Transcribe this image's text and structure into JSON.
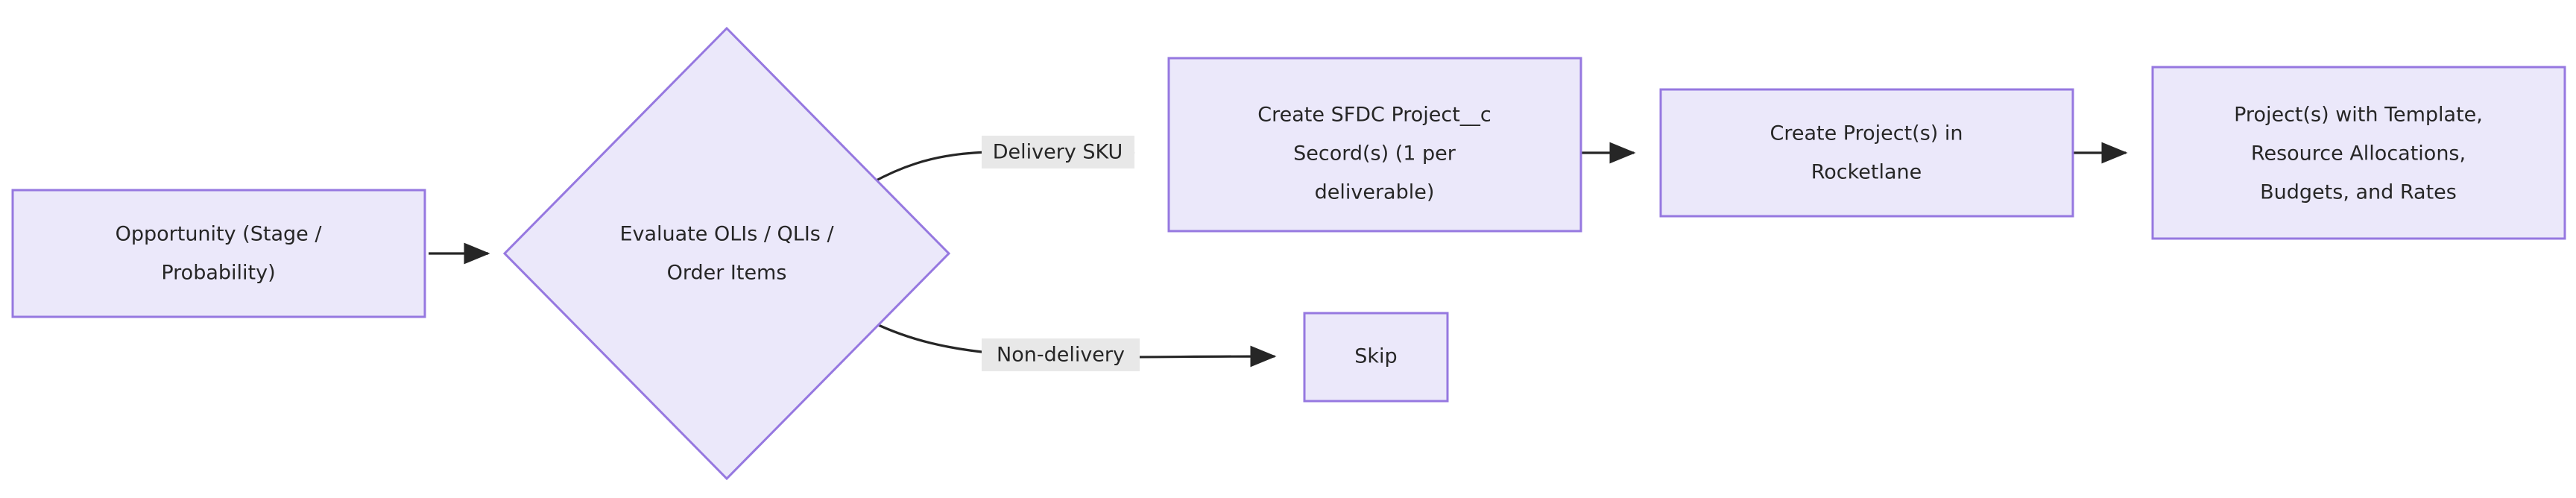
{
  "diagram": {
    "type": "flowchart",
    "direction": "left-to-right",
    "background_color": "#ffffff",
    "node_fill_color": "#ebe8fa",
    "node_border_color": "#9678e0",
    "edge_color": "#262626",
    "edge_label_background_color": "#e8e8e8",
    "text_color": "#262626",
    "nodes": [
      {
        "id": "opportunity",
        "shape": "rectangle",
        "lines": [
          "Opportunity (Stage /",
          "Probability)"
        ]
      },
      {
        "id": "evaluate",
        "shape": "diamond",
        "lines": [
          "Evaluate OLIs / QLIs /",
          "Order Items"
        ]
      },
      {
        "id": "create_sfdc",
        "shape": "rectangle",
        "lines": [
          "Create SFDC Project__c",
          "Secord(s) (1 per",
          "deliverable)"
        ]
      },
      {
        "id": "create_rocketlane",
        "shape": "rectangle",
        "lines": [
          "Create Project(s) in",
          "Rocketlane"
        ]
      },
      {
        "id": "projects_result",
        "shape": "rectangle",
        "lines": [
          "Project(s) with Template,",
          "Resource Allocations,",
          "Budgets, and Rates"
        ]
      },
      {
        "id": "skip",
        "shape": "rectangle",
        "lines": [
          "Skip"
        ]
      }
    ],
    "edges": [
      {
        "id": "e1",
        "from": "opportunity",
        "to": "evaluate",
        "label": ""
      },
      {
        "id": "e2",
        "from": "evaluate",
        "to": "create_sfdc",
        "label": "Delivery SKU"
      },
      {
        "id": "e3",
        "from": "evaluate",
        "to": "skip",
        "label": "Non-delivery"
      },
      {
        "id": "e4",
        "from": "create_sfdc",
        "to": "create_rocketlane",
        "label": ""
      },
      {
        "id": "e5",
        "from": "create_rocketlane",
        "to": "projects_result",
        "label": ""
      }
    ],
    "labels": {
      "delivery_sku": "Delivery SKU",
      "non_delivery": "Non-delivery"
    }
  }
}
